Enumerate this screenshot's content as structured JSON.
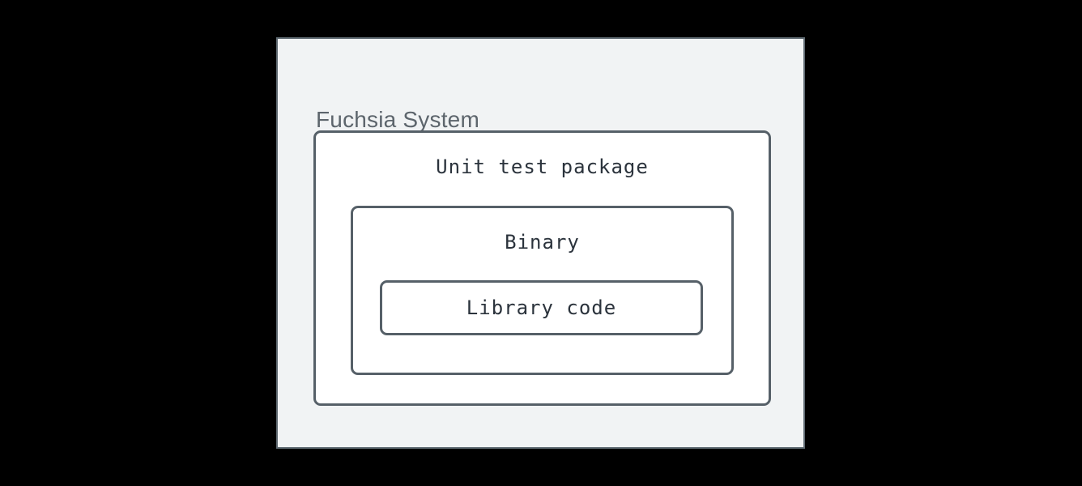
{
  "diagram": {
    "type": "nested-boxes",
    "system": {
      "label": "Fuchsia System"
    },
    "package": {
      "label": "Unit test package"
    },
    "binary": {
      "label": "Binary"
    },
    "library": {
      "label": "Library code"
    },
    "colors": {
      "canvas_bg": "#000000",
      "system_bg": "#f1f3f4",
      "system_border": "#5f6a72",
      "node_bg": "#ffffff",
      "node_border": "#566068",
      "title_text": "#5d656c",
      "label_text": "#2b333c"
    }
  }
}
